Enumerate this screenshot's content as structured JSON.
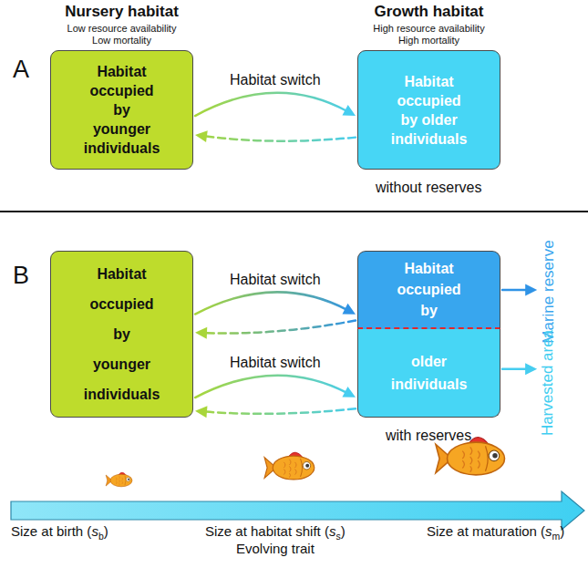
{
  "diagram": {
    "nodes": [
      {
        "text": [
          "Nursery habitat",
          "Low resource availability Low mortality",
          "Habitat occupied by younger individuals"
        ]
      },
      {
        "text": [
          "Growth habitat",
          "High resource availability High mortality",
          "Habitat occupied by older individuals"
        ]
      },
      {
        "text": [
          "Habitat occupied by younger individuals"
        ]
      },
      {
        "text": [
          "Habitat occupied by"
        ]
      },
      {
        "text": [
          "older individuals"
        ]
      },
      {
        "text": [
          "Marine reserve"
        ]
      },
      {
        "text": [
          "Harvested area"
        ]
      }
    ],
    "edges": [
      {
        "from": 0,
        "to": 1,
        "label": "Habitat switch",
        "arrow": "to"
      },
      {
        "from": 1,
        "to": 0,
        "arrow": "to"
      },
      {
        "from": 2,
        "to": 3,
        "label": "Habitat switch",
        "arrow": "to"
      },
      {
        "from": 3,
        "to": 2,
        "arrow": "to"
      },
      {
        "from": 2,
        "to": 4,
        "label": "Habitat switch",
        "arrow": "to"
      },
      {
        "from": 4,
        "to": 2,
        "arrow": "to"
      },
      {
        "from": 3,
        "to": 5,
        "arrow": "to"
      },
      {
        "from": 4,
        "to": 6,
        "arrow": "to"
      }
    ],
    "labels": [
      "A",
      "without reserves",
      "B",
      "with reserves",
      "Size at birth (sb)",
      "Size at habitat shift (ss)",
      "Evolving trait",
      "Size at maturation (sm)"
    ]
  }
}
